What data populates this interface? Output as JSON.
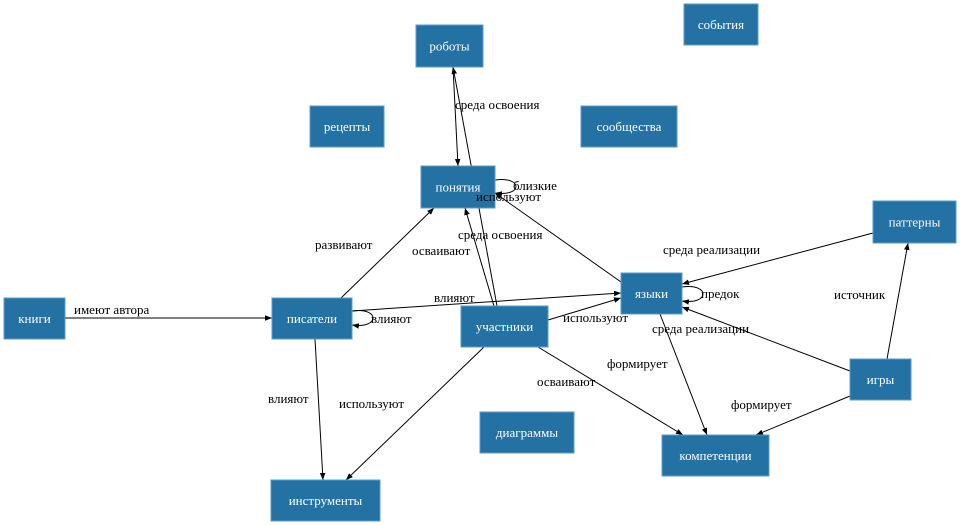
{
  "diagram": {
    "nodes": [
      {
        "id": "roboty",
        "label": "роботы"
      },
      {
        "id": "sobytiya",
        "label": "события"
      },
      {
        "id": "recepty",
        "label": "рецепты"
      },
      {
        "id": "soobshchestva",
        "label": "сообщества"
      },
      {
        "id": "ponyatiya",
        "label": "понятия"
      },
      {
        "id": "patterny",
        "label": "паттерны"
      },
      {
        "id": "knigi",
        "label": "книги"
      },
      {
        "id": "pisateli",
        "label": "писатели"
      },
      {
        "id": "uchastniki",
        "label": "участники"
      },
      {
        "id": "yazyki",
        "label": "языки"
      },
      {
        "id": "igry",
        "label": "игры"
      },
      {
        "id": "diagrammy",
        "label": "диаграммы"
      },
      {
        "id": "kompetencii",
        "label": "компетенции"
      },
      {
        "id": "instrumenty",
        "label": "инструменты"
      }
    ],
    "edges": [
      {
        "from": "roboty",
        "to": "ponyatiya",
        "label": "среда освоения"
      },
      {
        "from": "uchastniki",
        "to": "roboty",
        "label": "среда освоения"
      },
      {
        "from": "ponyatiya",
        "to": "ponyatiya",
        "label": "близкие"
      },
      {
        "from": "yazyki",
        "to": "ponyatiya",
        "label": "используют"
      },
      {
        "from": "pisateli",
        "to": "ponyatiya",
        "label": "развивают"
      },
      {
        "from": "uchastniki",
        "to": "ponyatiya",
        "label": "осваивают"
      },
      {
        "from": "knigi",
        "to": "pisateli",
        "label": "имеют автора"
      },
      {
        "from": "pisateli",
        "to": "pisateli",
        "label": "влияют"
      },
      {
        "from": "pisateli",
        "to": "yazyki",
        "label": "влияют"
      },
      {
        "from": "uchastniki",
        "to": "yazyki",
        "label": "используют"
      },
      {
        "from": "patterny",
        "to": "yazyki",
        "label": "среда реализации"
      },
      {
        "from": "yazyki",
        "to": "yazyki",
        "label": "предок"
      },
      {
        "from": "igry",
        "to": "yazyki",
        "label": "среда реализации"
      },
      {
        "from": "igry",
        "to": "patterny",
        "label": "источник"
      },
      {
        "from": "yazyki",
        "to": "kompetencii",
        "label": "формирует"
      },
      {
        "from": "uchastniki",
        "to": "kompetencii",
        "label": "осваивают"
      },
      {
        "from": "igry",
        "to": "kompetencii",
        "label": "формирует"
      },
      {
        "from": "pisateli",
        "to": "instrumenty",
        "label": "влияют"
      },
      {
        "from": "uchastniki",
        "to": "instrumenty",
        "label": "используют"
      }
    ]
  },
  "colors": {
    "node_fill": "#2471a3",
    "node_text": "#ffffff",
    "edge": "#000000"
  }
}
